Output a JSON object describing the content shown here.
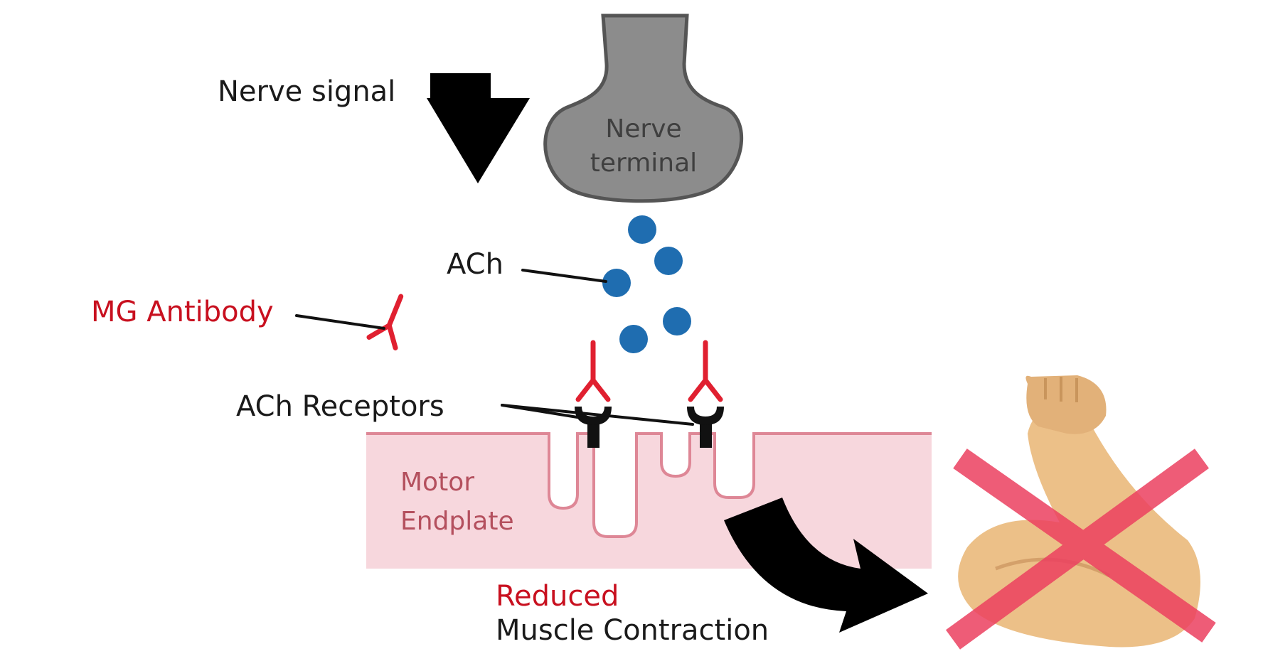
{
  "labels": {
    "nerve_signal": "Nerve signal",
    "nerve_terminal_line1": "Nerve",
    "nerve_terminal_line2": "terminal",
    "ach": "ACh",
    "mg_antibody": "MG Antibody",
    "ach_receptors": "ACh Receptors",
    "motor_endplate_line1": "Motor",
    "motor_endplate_line2": "Endplate",
    "reduced": "Reduced",
    "muscle_contraction": "Muscle Contraction"
  },
  "colors": {
    "nerve_terminal": "#8c8c8c",
    "nerve_terminal_outline": "#555555",
    "ach_molecule": "#1f6db0",
    "antibody": "#e02030",
    "receptor": "#111111",
    "endplate_fill": "#f7d7dd",
    "endplate_outline": "#de8796",
    "cross_mark": "#ec4060",
    "arm_skin": "#ecc088",
    "label_red": "#c8101f"
  },
  "icons": {
    "nerve_signal_arrow": "down-arrow-icon",
    "contraction_arrow": "curved-arrow-icon",
    "muscle": "flexed-biceps-icon",
    "blocked": "red-x-icon"
  }
}
